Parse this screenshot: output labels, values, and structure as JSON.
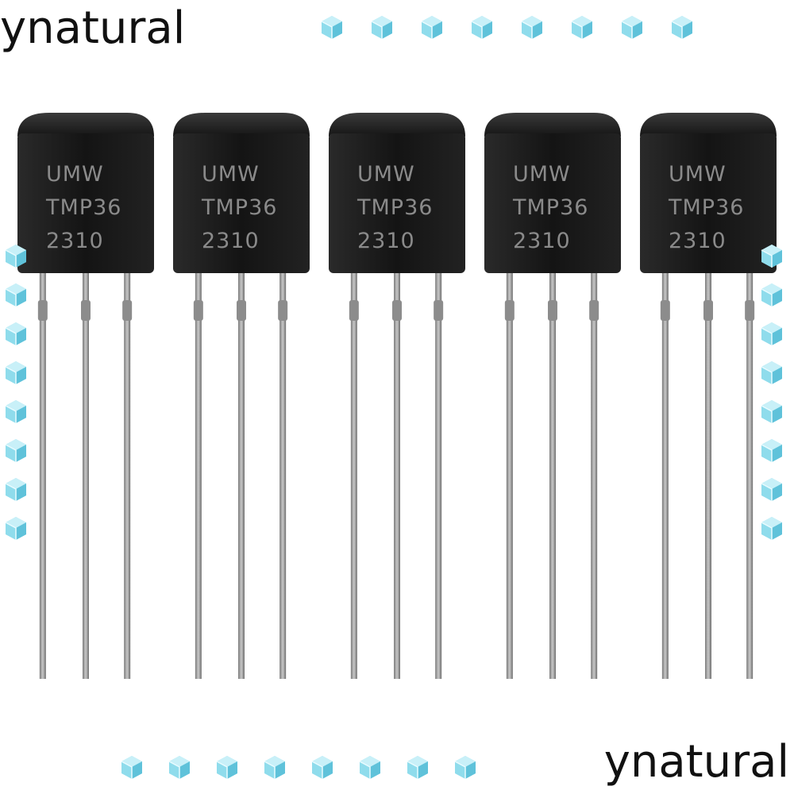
{
  "watermark": {
    "top_text": "ynatural",
    "bottom_text": "ynatural"
  },
  "components": [
    {
      "line1": "UMW",
      "line2": "TMP36",
      "line3": "2310"
    },
    {
      "line1": "UMW",
      "line2": "TMP36",
      "line3": "2310"
    },
    {
      "line1": "UMW",
      "line2": "TMP36",
      "line3": "2310"
    },
    {
      "line1": "UMW",
      "line2": "TMP36",
      "line3": "2310"
    },
    {
      "line1": "UMW",
      "line2": "TMP36",
      "line3": "2310"
    }
  ],
  "colors": {
    "body": "#1c1c1c",
    "lead": "#9a9a9a",
    "marking": "#8a8a8a",
    "ice": "#7fd3e6"
  },
  "decor": {
    "icon": "ice-cube-icon"
  }
}
